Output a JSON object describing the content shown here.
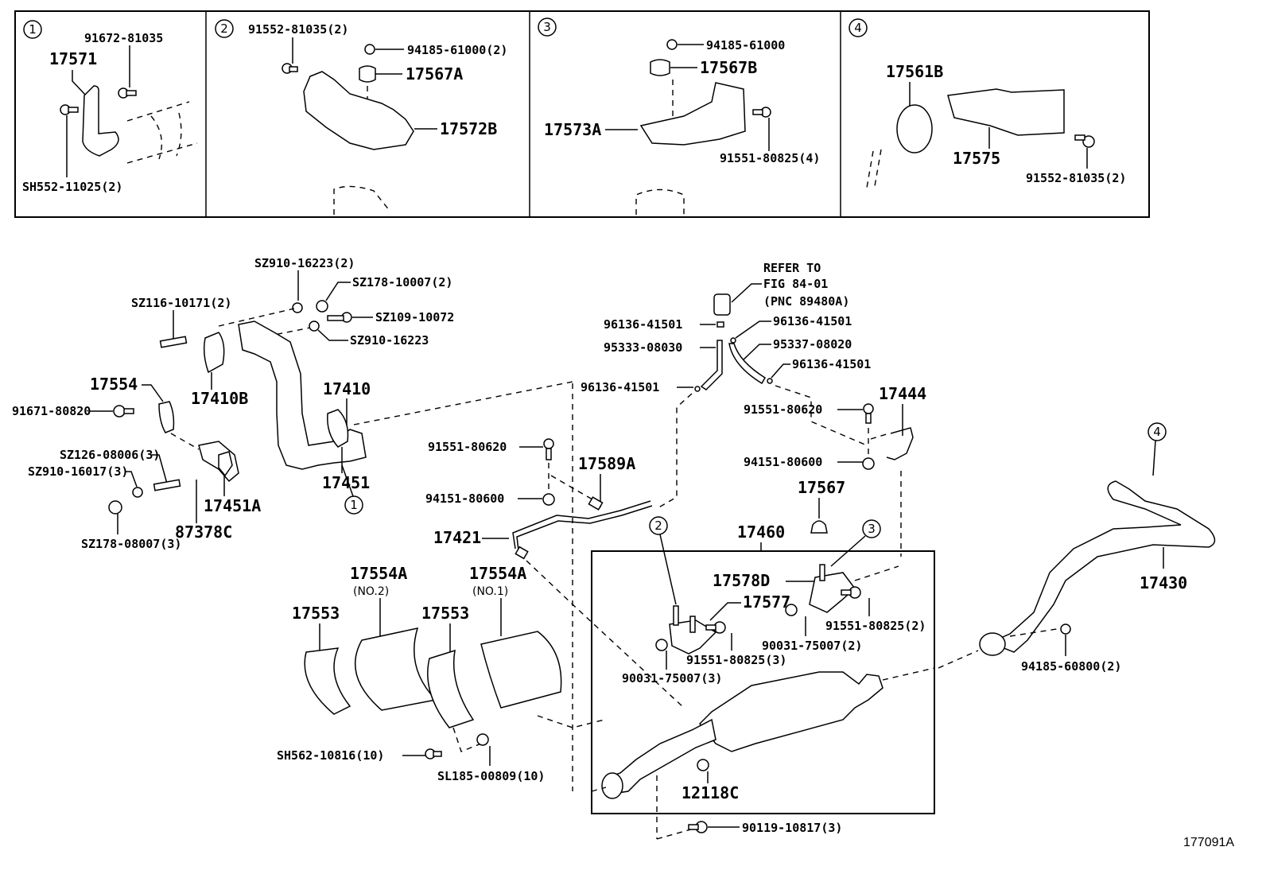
{
  "figure_id": "177091A",
  "insets": [
    {
      "number": "1",
      "labels": [
        "91672-81035",
        "17571",
        "SH552-11025(2)"
      ]
    },
    {
      "number": "2",
      "labels": [
        "91552-81035(2)",
        "94185-61000(2)",
        "17567A",
        "17572B"
      ]
    },
    {
      "number": "3",
      "labels": [
        "94185-61000",
        "17567B",
        "17573A",
        "91551-80825(4)"
      ]
    },
    {
      "number": "4",
      "labels": [
        "17561B",
        "17575",
        "91552-81035(2)"
      ]
    }
  ],
  "refer": {
    "line1": "REFER TO",
    "line2": "FIG 84-01",
    "line3": "(PNC 89480A)"
  },
  "main_labels": {
    "sz910_16223_2": "SZ910-16223(2)",
    "sz178_10007_2": "SZ178-10007(2)",
    "sz116_10171_2": "SZ116-10171(2)",
    "sz109_10072": "SZ109-10072",
    "sz910_16223": "SZ910-16223",
    "p17410b": "17410B",
    "p17554": "17554",
    "p91671_80820": "91671-80820",
    "p17410": "17410",
    "sz126_08006_3": "SZ126-08006(3)",
    "sz910_16017_3": "SZ910-16017(3)",
    "p17451": "17451",
    "p17451a": "17451A",
    "p87378c": "87378C",
    "sz178_08007_3": "SZ178-08007(3)",
    "c1": "1",
    "p96136_a": "96136-41501",
    "p96136_b": "96136-41501",
    "p95333_08030": "95333-08030",
    "p95337_08020": "95337-08020",
    "p96136_c": "96136-41501",
    "p96136_d": "96136-41501",
    "p91551_80620_a": "91551-80620",
    "p91551_80620_b": "91551-80620",
    "p17444": "17444",
    "p17589a": "17589A",
    "p94151_80600_a": "94151-80600",
    "p94151_80600_b": "94151-80600",
    "p17567": "17567",
    "p17421": "17421",
    "c2": "2",
    "p17460": "17460",
    "c3": "3",
    "c4": "4",
    "p17430": "17430",
    "p17554a_no2": "17554A",
    "no2": "(NO.2)",
    "p17554a_no1": "17554A",
    "no1": "(NO.1)",
    "p17553_a": "17553",
    "p17553_b": "17553",
    "p17578d": "17578D",
    "p17577": "17577",
    "p91551_80825_2": "91551-80825(2)",
    "p90031_75007_2": "90031-75007(2)",
    "p91551_80825_3": "91551-80825(3)",
    "p90031_75007_3": "90031-75007(3)",
    "p94185_60800_2": "94185-60800(2)",
    "sh562_10816_10": "SH562-10816(10)",
    "sl185_00809_10": "SL185-00809(10)",
    "p12118c": "12118C",
    "p90119_10817_3": "90119-10817(3)"
  }
}
